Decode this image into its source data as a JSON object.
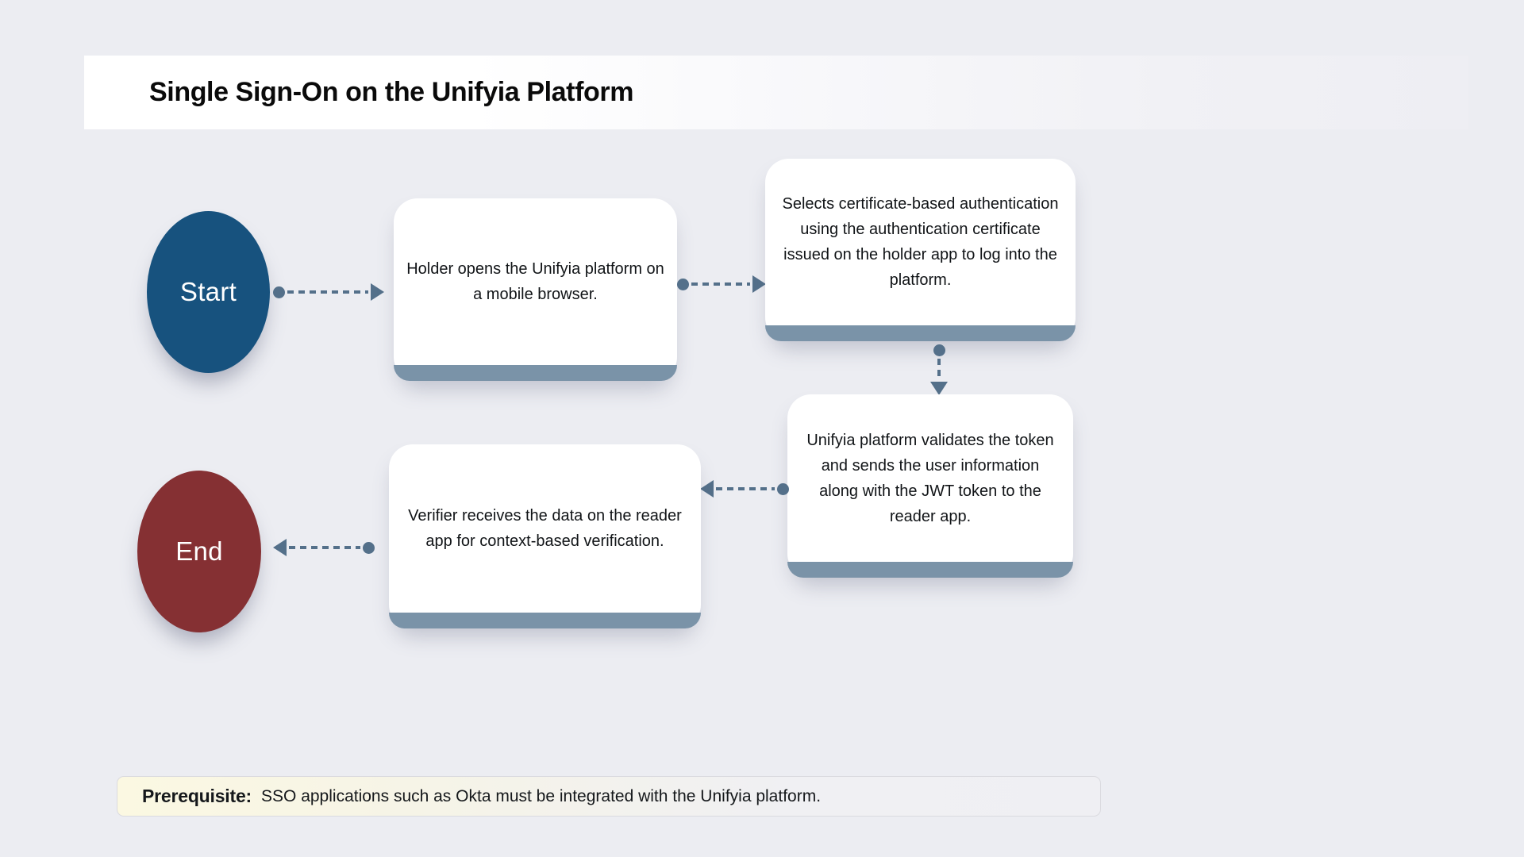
{
  "header": {
    "title": "Single Sign-On on the Unifyia Platform"
  },
  "flow": {
    "start_label": "Start",
    "end_label": "End",
    "steps": [
      {
        "text": "Holder opens the Unifyia platform on a mobile browser."
      },
      {
        "text": "Selects certificate-based authentication using the authentication certificate issued on the holder app to log into the platform."
      },
      {
        "text": "Unifyia platform validates the token and sends the user information along with the JWT token to the reader app."
      },
      {
        "text": "Verifier receives the data on the reader app for context-based verification."
      }
    ]
  },
  "note": {
    "label": "Prerequisite:",
    "text": "SSO applications such as Okta must be integrated with the Unifyia platform."
  },
  "colors": {
    "page_background": "#ECEDF2",
    "start_node": "#17527E",
    "end_node": "#853033",
    "card_bottom_bar": "#7A93A8",
    "arrow": "#54708A",
    "note_background_left": "#FBF8E2",
    "note_background_right": "#EFEFF3"
  }
}
